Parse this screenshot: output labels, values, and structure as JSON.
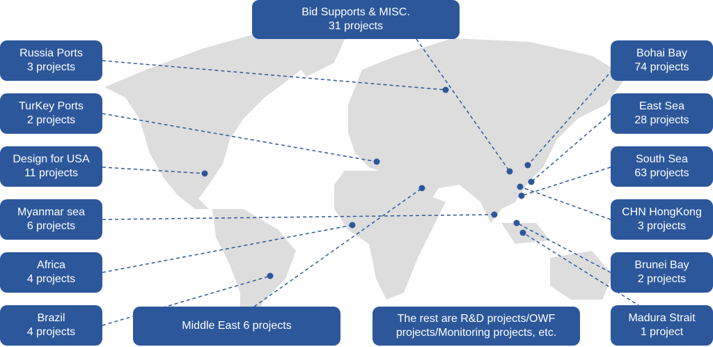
{
  "colors": {
    "box": "#2c579b",
    "land": "#dddddd",
    "line": "#2c579b"
  },
  "top": {
    "title": "Bid Supports & MISC.",
    "count": "31 projects"
  },
  "left": [
    {
      "title": "Russia Ports",
      "count": "3 projects"
    },
    {
      "title": "TurKey Ports",
      "count": "2 projects"
    },
    {
      "title": "Design for USA",
      "count": "11 projects"
    },
    {
      "title": "Myanmar sea",
      "count": "6 projects"
    },
    {
      "title": "Africa",
      "count": "4 projects"
    },
    {
      "title": "Brazil",
      "count": "4 projects"
    }
  ],
  "right": [
    {
      "title": "Bohai Bay",
      "count": "74 projects"
    },
    {
      "title": "East Sea",
      "count": "28 projects"
    },
    {
      "title": "South Sea",
      "count": "63 projects"
    },
    {
      "title": "CHN HongKong",
      "count": "3 projects"
    },
    {
      "title": "Brunei Bay",
      "count": "2 projects"
    },
    {
      "title": "Madura Strait",
      "count": "1 project"
    }
  ],
  "bottom": {
    "middle_east": "Middle East 6 projects",
    "rest_line1": "The rest are R&D projects/OWF",
    "rest_line2": "projects/Monitoring projects, etc."
  }
}
